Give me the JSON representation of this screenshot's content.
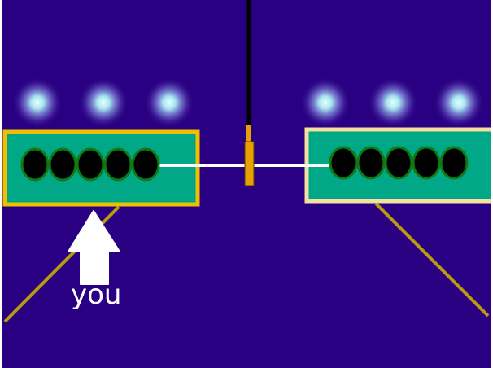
{
  "game": {
    "player_label": "you",
    "colors": {
      "background": "#2a0082",
      "frame": "#ffffff",
      "player_panel_fill": "#00a888",
      "player_panel_border": "#f0c000",
      "opponent_panel_fill": "#00a888",
      "opponent_panel_border": "#f5e0a0",
      "bead": "#000000",
      "bead_rim": "#0f7a12",
      "rope": "#ffffff",
      "pole": "#000000",
      "marker": "#e6a000",
      "legs": "#b99a10",
      "arrow": "#ffffff",
      "light_core": "#c8ffff",
      "light_glow": "#4a3ab0"
    },
    "player_team": {
      "side": "left",
      "bead_count": 5,
      "light_count": 3
    },
    "opponent_team": {
      "side": "right",
      "bead_count": 5,
      "light_count": 3
    },
    "icons": {
      "player_arrow": "up-arrow-icon",
      "center_pole": "pole-icon",
      "rope_marker": "marker-icon"
    }
  }
}
